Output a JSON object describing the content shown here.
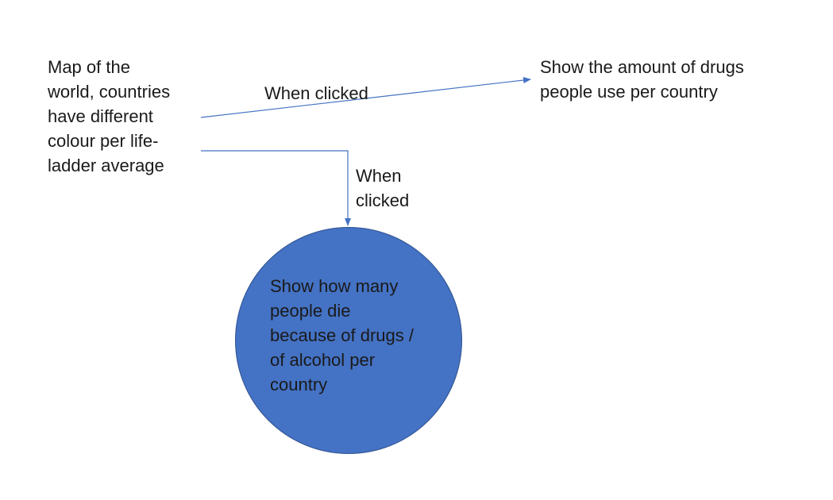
{
  "diagram": {
    "source_node": {
      "lines": [
        [
          "Map of the"
        ],
        [
          "world, countries"
        ],
        [
          "have different"
        ],
        [
          "colour per life-"
        ],
        [
          "ladder average"
        ]
      ]
    },
    "target_node": {
      "lines": [
        "Show the amount of drugs",
        "people use per country"
      ]
    },
    "edge_right_label": "When clicked",
    "edge_down_label": [
      "When",
      "clicked"
    ],
    "circle_node": {
      "lines": [
        "Show how many",
        "people die",
        "because of drugs /",
        "of alcohol per",
        "country"
      ],
      "fill_color": "#4472c4"
    },
    "connector_color": "#4472c4"
  }
}
